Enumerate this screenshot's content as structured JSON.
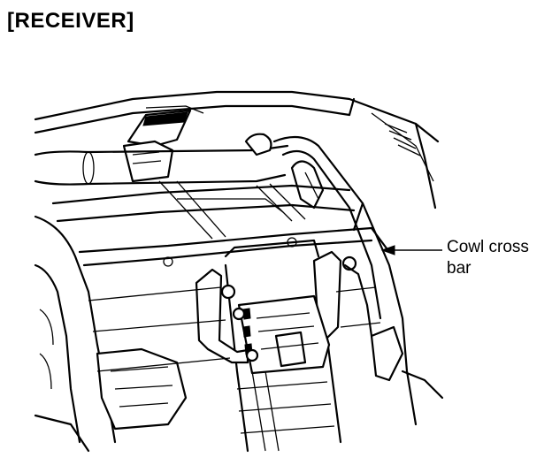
{
  "title": "[RECEIVER]",
  "callout": {
    "line1": "Cowl cross",
    "line2": "bar"
  },
  "colors": {
    "ink": "#000000",
    "background": "#ffffff"
  }
}
